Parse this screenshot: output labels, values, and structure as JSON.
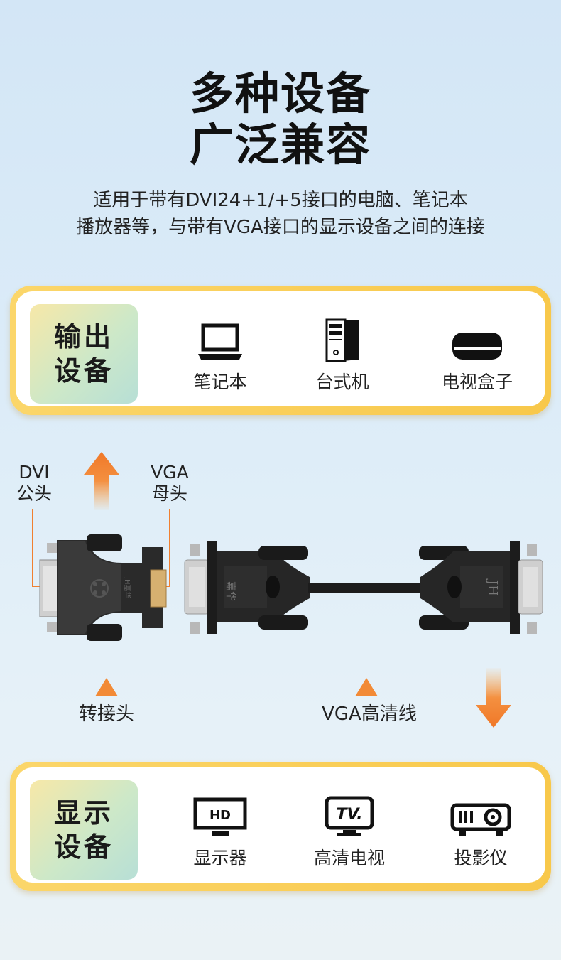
{
  "header": {
    "title_line1": "多种设备",
    "title_line2": "广泛兼容",
    "subtitle_line1": "适用于带有DVI24+1/+5接口的电脑、笔记本",
    "subtitle_line2": "播放器等，与带有VGA接口的显示设备之间的连接"
  },
  "output_panel": {
    "label_line1": "输出",
    "label_line2": "设备",
    "devices": [
      {
        "label": "笔记本",
        "icon": "laptop-icon"
      },
      {
        "label": "台式机",
        "icon": "desktop-tower-icon"
      },
      {
        "label": "电视盒子",
        "icon": "tv-box-icon"
      }
    ]
  },
  "product": {
    "dvi_line1": "DVI",
    "dvi_line2": "公头",
    "vga_line1": "VGA",
    "vga_line2": "母头",
    "adapter_label": "转接头",
    "cable_label": "VGA高清线",
    "adapter_mark": "JH嘉华",
    "cable_mark_left": "嘉华",
    "cable_mark_right": "JH"
  },
  "display_panel": {
    "label_line1": "显示",
    "label_line2": "设备",
    "devices": [
      {
        "label": "显示器",
        "icon": "hd-monitor-icon",
        "icon_text": "HD"
      },
      {
        "label": "高清电视",
        "icon": "tv-icon",
        "icon_text": "TV."
      },
      {
        "label": "投影仪",
        "icon": "projector-icon"
      }
    ]
  },
  "colors": {
    "accent_orange": "#f08030",
    "panel_yellow": "#f8c84a"
  }
}
